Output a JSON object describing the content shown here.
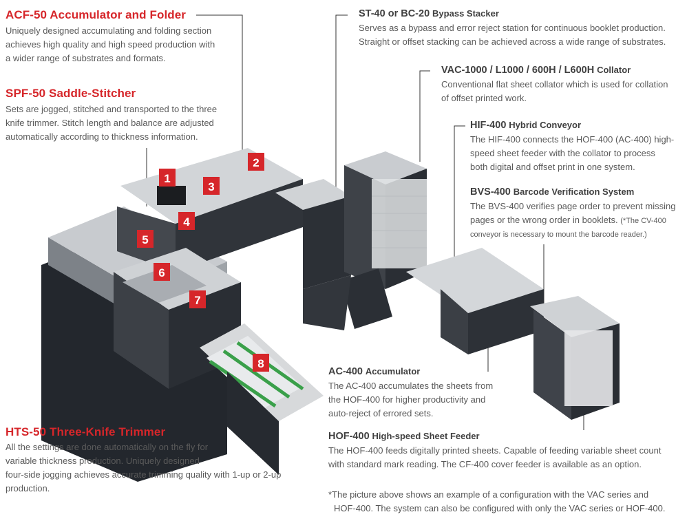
{
  "acf": {
    "title": "ACF-50 Accumulator and Folder",
    "lines": [
      "Uniquely designed accumulating and folding section",
      "achieves high quality and high speed production with",
      "a wider range of substrates and formats."
    ]
  },
  "spf": {
    "title": "SPF-50 Saddle-Stitcher",
    "lines": [
      "Sets are jogged, stitched and transported to the three",
      "knife trimmer. Stitch length and balance are adjusted",
      "automatically according to thickness information."
    ]
  },
  "hts": {
    "title": "HTS-50 Three-Knife Trimmer",
    "lines": [
      "All the settings are done automatically on the fly for",
      "variable thickness production. Uniquely designed",
      "four-side jogging achieves accurate trimming quality with 1-up or 2-up",
      "production."
    ]
  },
  "st": {
    "model": "ST-40 or BC-20",
    "name": "Bypass Stacker",
    "lines": [
      "Serves as a bypass and error reject station for continuous booklet production.",
      "Straight or offset stacking can be achieved across a wide range of substrates."
    ]
  },
  "vac": {
    "model": "VAC-1000 / L1000 / 600H / L600H",
    "name": "Collator",
    "lines": [
      "Conventional flat sheet collator which is used for collation",
      "of offset printed work."
    ]
  },
  "hif": {
    "model": "HIF-400",
    "name": "Hybrid Conveyor",
    "lines": [
      "The HIF-400 connects the HOF-400 (AC-400) high-",
      "speed sheet feeder with the collator to process",
      "both digital and offset print in one system."
    ]
  },
  "bvs": {
    "model": "BVS-400",
    "name": "Barcode Verification System",
    "line1": "The BVS-400 verifies page order to prevent missing",
    "line2": "pages or the wrong order in booklets.",
    "line2_note": "(*The CV-400",
    "line3": "conveyor is necessary to mount the barcode reader.)"
  },
  "ac": {
    "model": "AC-400",
    "name": "Accumulator",
    "lines": [
      "The AC-400 accumulates the sheets from",
      "the HOF-400 for higher productivity and",
      "auto-reject of errored sets."
    ]
  },
  "hof": {
    "model": "HOF-400",
    "name": "High-speed Sheet Feeder",
    "lines": [
      "The HOF-400 feeds digitally printed sheets. Capable of feeding variable sheet count",
      "with standard mark reading. The CF-400 cover feeder is available as an option."
    ]
  },
  "footnote": {
    "lines": [
      "*The picture above shows an example of a configuration with the VAC series and",
      "HOF-400. The system can also be configured with only the VAC series or HOF-400."
    ]
  },
  "badges": [
    "1",
    "2",
    "3",
    "4",
    "5",
    "6",
    "7",
    "8"
  ],
  "colors": {
    "accent": "#d6262a",
    "machine_dark": "#2b2f36",
    "machine_light": "#c9ccd0"
  }
}
